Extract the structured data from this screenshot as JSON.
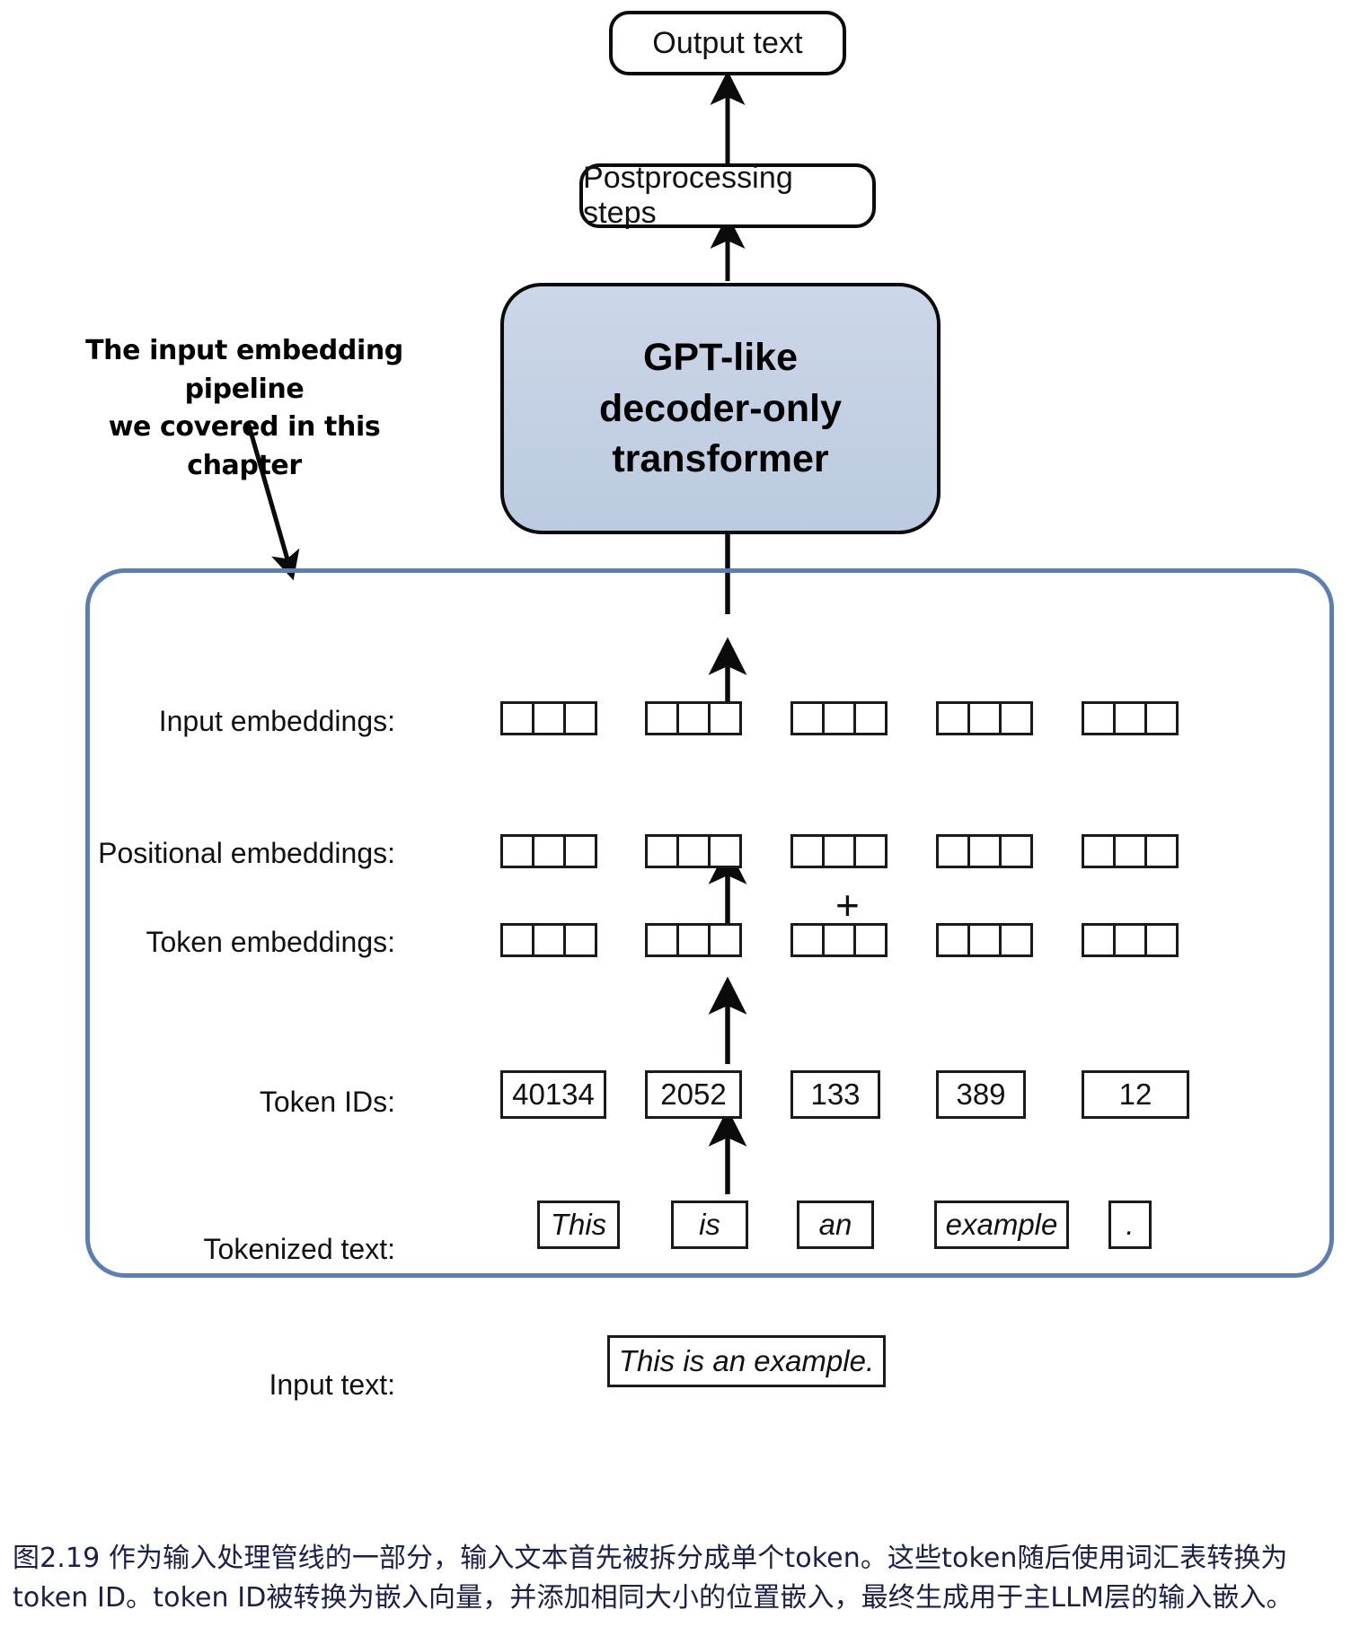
{
  "figure": {
    "output_box": "Output text",
    "postprocessing_box": "Postprocessing steps",
    "transformer_box_line1": "GPT-like",
    "transformer_box_line2": "decoder-only",
    "transformer_box_line3": "transformer",
    "annotation_line1": "The input embedding pipeline",
    "annotation_line2": "we covered in this chapter",
    "plus_symbol": "+"
  },
  "rows": {
    "input_embeddings_label": "Input embeddings:",
    "positional_embeddings_label": "Positional embeddings:",
    "token_embeddings_label": "Token embeddings:",
    "token_ids_label": "Token IDs:",
    "tokenized_text_label": "Tokenized text:",
    "input_text_label": "Input text:"
  },
  "values": {
    "token_ids": [
      "40134",
      "2052",
      "133",
      "389",
      "12"
    ],
    "tokenized_text": [
      "This",
      "is",
      "an",
      "example",
      "."
    ],
    "input_text": "This is an example.",
    "embedding_cells_per_group": 3,
    "embedding_groups": 5
  },
  "caption": {
    "line1": "图2.19 作为输入处理管线的一部分，输入文本首先被拆分成单个token。这些token随后使用词汇表转换为",
    "line2": "token ID。token ID被转换为嵌入向量，并添加相同大小的位置嵌入，最终生成用于主LLM层的输入嵌入。"
  },
  "colors": {
    "transformer_fill": "#c6d2e4",
    "pipeline_border": "#5b7fb4",
    "caption_text": "#1b1f4b",
    "stroke": "#0b0b0b"
  }
}
